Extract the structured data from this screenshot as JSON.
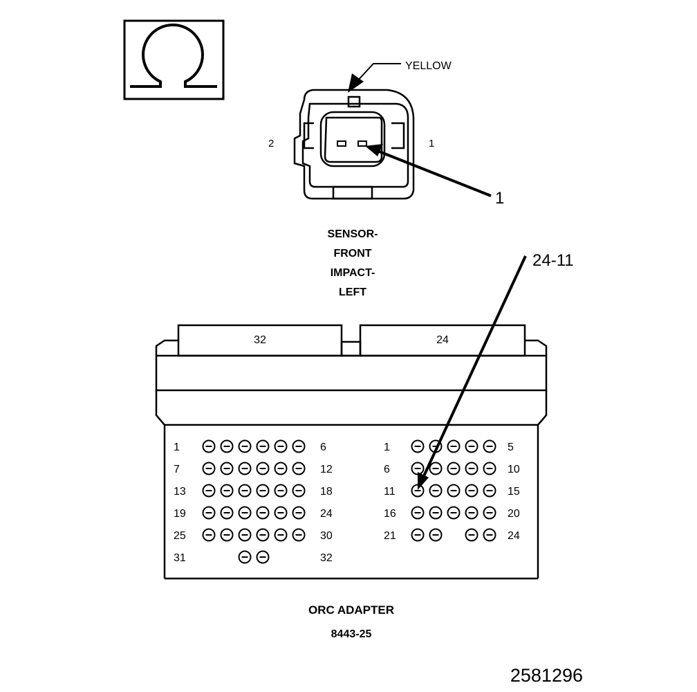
{
  "symbol": {
    "icon": "ohm-icon"
  },
  "sensor": {
    "wire_color": "YELLOW",
    "pin_left": "2",
    "pin_right": "1",
    "callout": "1",
    "title_lines": [
      "SENSOR-",
      "FRONT",
      "IMPACT-",
      "LEFT"
    ]
  },
  "adapter": {
    "connector_left_label": "32",
    "connector_right_label": "24",
    "callout": "24-11",
    "title": "ORC ADAPTER",
    "part_number": "8443-25",
    "left_block": {
      "rows": [
        {
          "start": "1",
          "end": "6",
          "pins": [
            1,
            1,
            1,
            1,
            1,
            1
          ]
        },
        {
          "start": "7",
          "end": "12",
          "pins": [
            1,
            1,
            1,
            1,
            1,
            1
          ]
        },
        {
          "start": "13",
          "end": "18",
          "pins": [
            1,
            1,
            1,
            1,
            1,
            1
          ]
        },
        {
          "start": "19",
          "end": "24",
          "pins": [
            1,
            1,
            1,
            1,
            1,
            1
          ]
        },
        {
          "start": "25",
          "end": "30",
          "pins": [
            1,
            1,
            1,
            1,
            1,
            1
          ]
        },
        {
          "start": "31",
          "end": "32",
          "pins": [
            0,
            0,
            1,
            1,
            0,
            0
          ]
        }
      ]
    },
    "right_block": {
      "rows": [
        {
          "start": "1",
          "end": "5",
          "pins": [
            1,
            1,
            1,
            1,
            1
          ]
        },
        {
          "start": "6",
          "end": "10",
          "pins": [
            1,
            1,
            1,
            1,
            1
          ]
        },
        {
          "start": "11",
          "end": "15",
          "pins": [
            1,
            1,
            1,
            1,
            1
          ]
        },
        {
          "start": "16",
          "end": "20",
          "pins": [
            1,
            1,
            1,
            1,
            1
          ]
        },
        {
          "start": "21",
          "end": "24",
          "pins": [
            1,
            1,
            0,
            1,
            1
          ]
        }
      ]
    }
  },
  "figure_id": "2581296"
}
